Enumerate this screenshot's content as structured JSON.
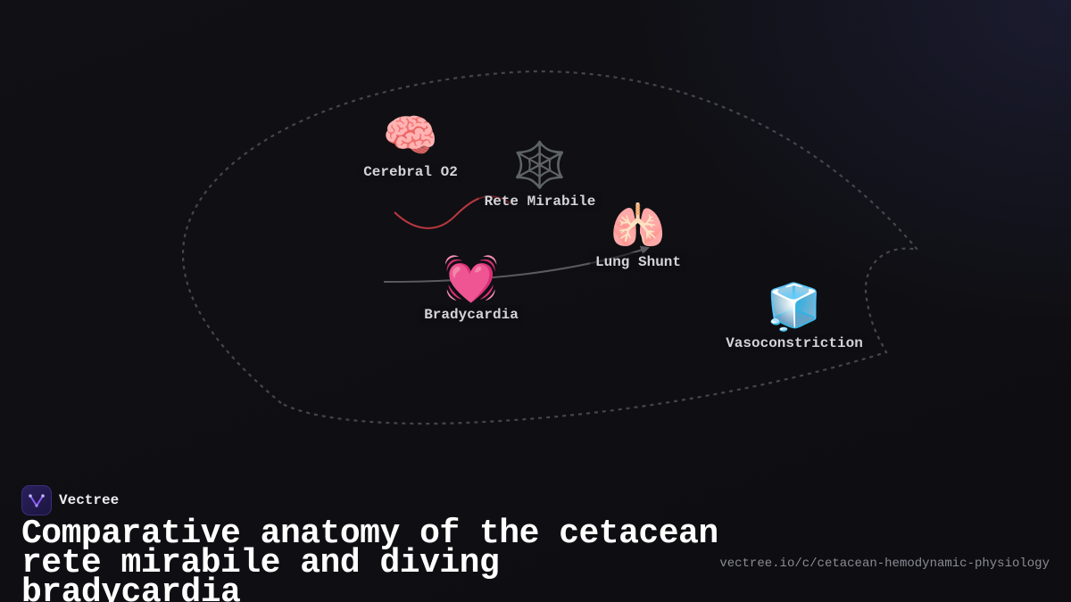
{
  "diagram": {
    "nodes": [
      {
        "id": "cerebral",
        "icon": "brain-icon",
        "emoji": "🧠",
        "label": "Cerebral O2"
      },
      {
        "id": "rete",
        "icon": "web-icon",
        "emoji": "🕸️",
        "label": "Rete Mirabile"
      },
      {
        "id": "lung",
        "icon": "lungs-icon",
        "emoji": "🫁",
        "label": "Lung Shunt"
      },
      {
        "id": "brady",
        "icon": "beating-heart-icon",
        "emoji": "💓",
        "label": "Bradycardia"
      },
      {
        "id": "vaso",
        "icon": "ice-cube-icon",
        "emoji": "🧊",
        "label": "Vasoconstriction"
      }
    ],
    "edges": [
      {
        "from": "cerebral",
        "to": "rete",
        "color": "#b8383f",
        "arrow": false
      },
      {
        "from": "brady",
        "to": "lung",
        "color": "#5a5a60",
        "arrow": true
      }
    ],
    "boundary": {
      "style": "dashed",
      "color": "#45454b"
    }
  },
  "brand": {
    "name": "Vectree",
    "logo_icon": "vectree-logo-icon",
    "accent": "#7c4dd6"
  },
  "title": "Comparative anatomy of the cetacean rete mirabile and diving bradycardia",
  "url": "vectree.io/c/cetacean-hemodynamic-physiology",
  "colors": {
    "background": "#0f0f13",
    "label_text": "#d4d4d8",
    "title_text": "#ffffff",
    "url_text": "#8a8a94"
  }
}
